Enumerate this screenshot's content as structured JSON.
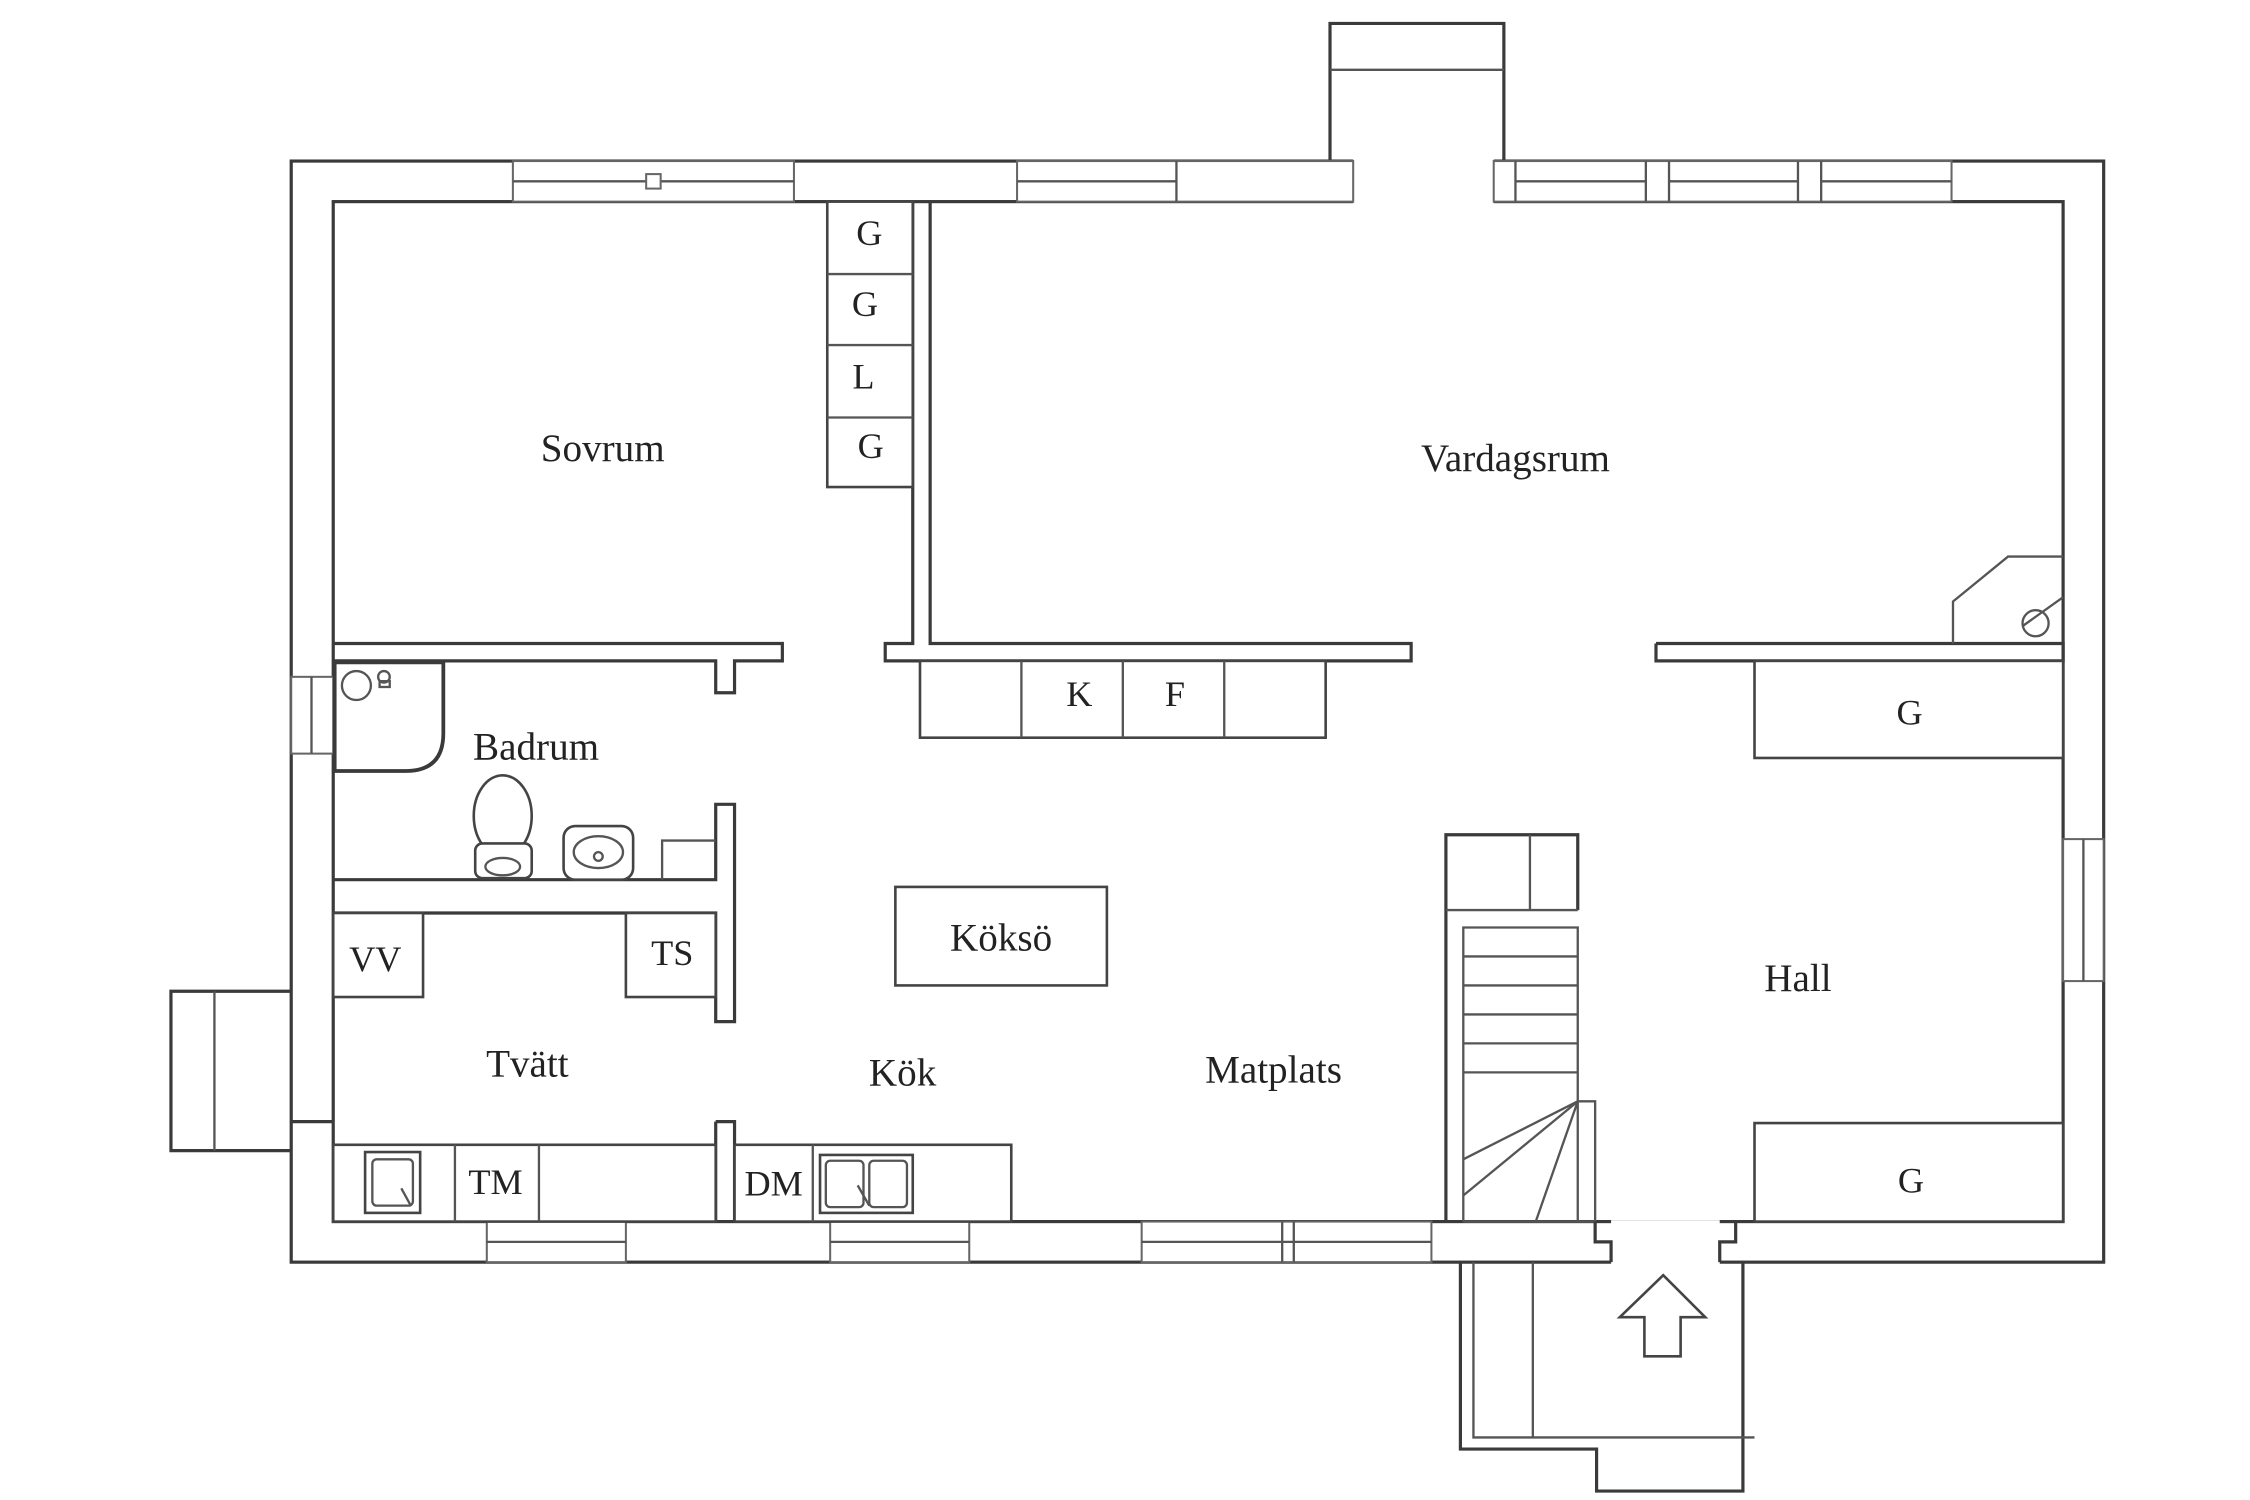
{
  "rooms": {
    "sovrum": "Sovrum",
    "vardagsrum": "Vardagsrum",
    "badrum": "Badrum",
    "tvatt": "Tvätt",
    "kok": "Kök",
    "matplats": "Matplats",
    "hall": "Hall",
    "kokso": "Köksö"
  },
  "fixtures": {
    "wardrobe_g": "G",
    "linen_l": "L",
    "fridge_k": "K",
    "freezer_f": "F",
    "water_heater": "VV",
    "tumble_dryer": "TS",
    "washing_machine": "TM",
    "dishwasher": "DM"
  },
  "colors": {
    "line": "#3a3a3a",
    "background": "#ffffff"
  }
}
